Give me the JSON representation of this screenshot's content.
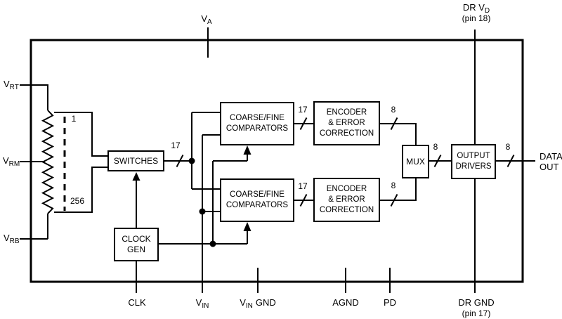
{
  "blocks": {
    "switches": {
      "label": "SWITCHES"
    },
    "clock_gen": {
      "line1": "CLOCK",
      "line2": "GEN"
    },
    "comparators_top": {
      "line1": "COARSE/FINE",
      "line2": "COMPARATORS"
    },
    "comparators_bottom": {
      "line1": "COARSE/FINE",
      "line2": "COMPARATORS"
    },
    "encoder_top": {
      "line1": "ENCODER",
      "line2": "& ERROR",
      "line3": "CORRECTION"
    },
    "encoder_bottom": {
      "line1": "ENCODER",
      "line2": "& ERROR",
      "line3": "CORRECTION"
    },
    "mux": {
      "label": "MUX"
    },
    "output_drivers": {
      "line1": "OUTPUT",
      "line2": "DRIVERS"
    }
  },
  "ladder": {
    "tap_first": "1",
    "tap_last": "256"
  },
  "bus_widths": {
    "switches_to_comparators": "17",
    "comparators_top_to_encoder": "17",
    "comparators_bottom_to_encoder": "17",
    "encoder_top_to_mux": "8",
    "encoder_bottom_to_mux": "8",
    "mux_to_drivers": "8",
    "drivers_to_data_out": "8"
  },
  "pins": {
    "va": {
      "base": "V",
      "sub": "A"
    },
    "dr_vd": {
      "base": "DR V",
      "sub": "D",
      "note": "(pin 18)"
    },
    "vrt": {
      "base": "V",
      "sub": "RT"
    },
    "vrm": {
      "base": "V",
      "sub": "RM"
    },
    "vrb": {
      "base": "V",
      "sub": "RB"
    },
    "clk": {
      "label": "CLK"
    },
    "vin": {
      "base": "V",
      "sub": "IN"
    },
    "vin_gnd": {
      "base": "V",
      "sub": "IN",
      "suffix": "GND"
    },
    "agnd": {
      "label": "AGND"
    },
    "pd": {
      "label": "PD"
    },
    "dr_gnd": {
      "label": "DR GND",
      "note": "(pin 17)"
    },
    "data_out": {
      "line1": "DATA",
      "line2": "OUT"
    }
  },
  "colors": {
    "line": "#000000",
    "background": "#ffffff"
  }
}
